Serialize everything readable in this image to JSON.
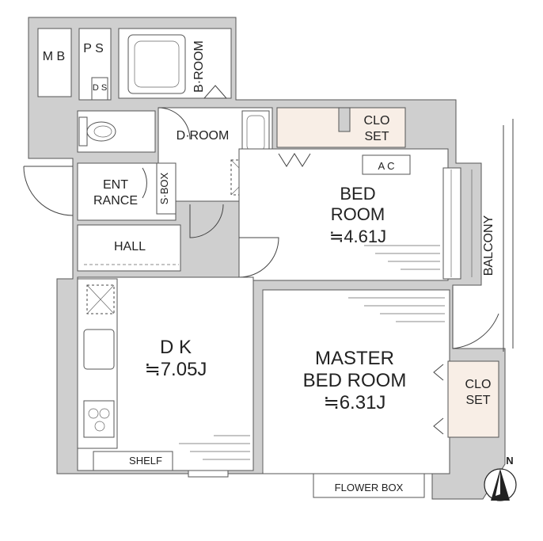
{
  "rooms": {
    "mb": "M B",
    "ps": "P S",
    "ds": "D S",
    "broom": "B·ROOM",
    "droom": "D·ROOM",
    "entrance_1": "ENT",
    "entrance_2": "RANCE",
    "sbox": "S·BOX",
    "hall": "HALL",
    "bedroom_1": "BED",
    "bedroom_2": "ROOM",
    "bedroom_size": "≒4.61J",
    "closet_top_1": "CLO",
    "closet_top_2": "SET",
    "ac": "A C",
    "balcony": "BALCONY",
    "dk": "D K",
    "dk_size": "≒7.05J",
    "master_1": "MASTER",
    "master_2": "BED ROOM",
    "master_size": "≒6.31J",
    "closet_right_1": "CLO",
    "closet_right_2": "SET",
    "shelf": "SHELF",
    "flowerbox": "FLOWER BOX"
  },
  "compass": {
    "north_label": "N"
  },
  "colors": {
    "wall": "#cfcfcf",
    "closet": "#f8eee6",
    "line": "#444444"
  }
}
